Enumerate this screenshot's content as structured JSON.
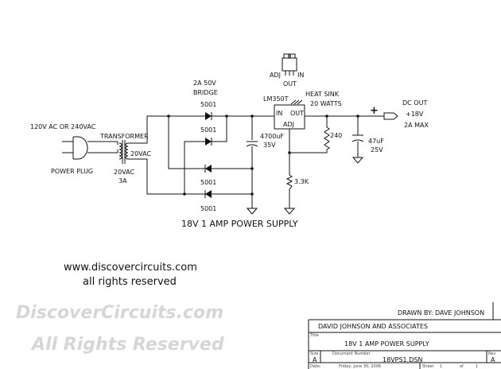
{
  "watermark": {
    "line1": "DiscoverCircuits.com",
    "line2": "All Rights Reserved"
  },
  "labels": {
    "source": "120V AC OR 240VAC",
    "plug": "POWER PLUG",
    "transformer": "TRANSFORMER",
    "secondary": "20VAC",
    "secondary_rating_1": "20VAC",
    "secondary_rating_2": "3A",
    "bridge_1": "2A 50V",
    "bridge_2": "BRIDGE",
    "diode": "5001",
    "cap1_value": "4700uF",
    "cap1_voltage": "35V",
    "regulator": "LM350T",
    "reg_in": "IN",
    "reg_out": "OUT",
    "reg_adj": "ADJ",
    "heatsink_1": "HEAT SINK",
    "heatsink_2": "20 WATTS",
    "pkg_adj": "ADJ",
    "pkg_in": "IN",
    "pkg_out": "OUT",
    "r1": "240",
    "r2": "3.3K",
    "cap2_value": "47uF",
    "cap2_voltage": "25V",
    "plus": "+",
    "out_1": "DC OUT",
    "out_2": "+18V",
    "out_3": "2A MAX"
  },
  "caption": "18V 1 AMP POWER SUPPLY",
  "website": "www.discovercircuits.com",
  "rights": "all rights reserved",
  "drawn_by": "DRAWN BY: DAVE JOHNSON",
  "title_block": {
    "company": "DAVID JOHNSON AND ASSOCIATES",
    "title_label": "Title",
    "title": "18V 1 AMP POWER SUPPLY",
    "size_label": "Size",
    "size": "A",
    "doc_label": "Document Number",
    "doc": "18VPS1.DSN",
    "rev_label": "Rev",
    "rev": "A",
    "date_label": "Date:",
    "date": "Friday, June 30, 2006",
    "sheet_label": "Sheet",
    "sheet": "1",
    "of_label": "of",
    "of": "1"
  }
}
